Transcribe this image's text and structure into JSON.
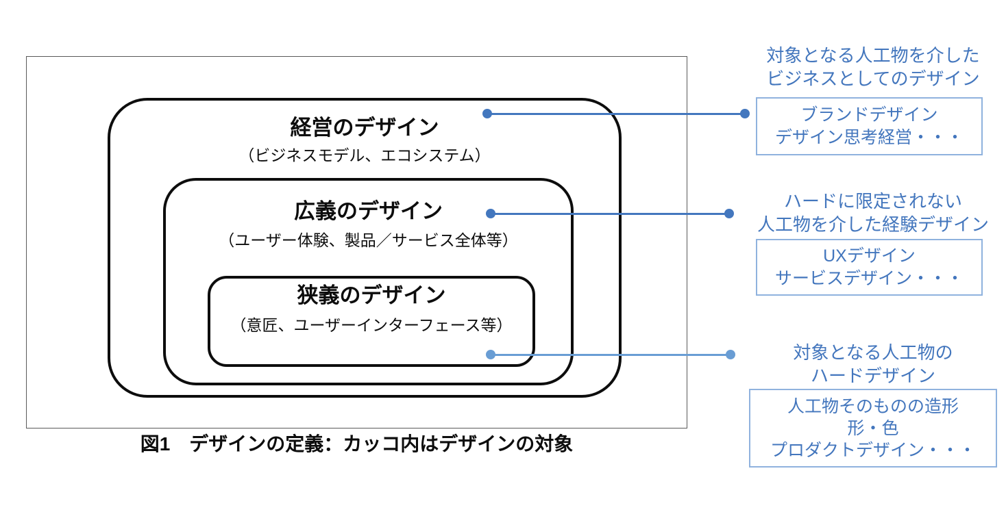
{
  "figure": {
    "caption": "図1　デザインの定義：カッコ内はデザインの対象",
    "rings": [
      {
        "id": "management",
        "title": "経営のデザイン",
        "subtitle": "（ビジネスモデル、エコシステム）"
      },
      {
        "id": "broad",
        "title": "広義のデザイン",
        "subtitle": "（ユーザー体験、製品／サービス全体等）"
      },
      {
        "id": "narrow",
        "title": "狭義のデザイン",
        "subtitle": "（意匠、ユーザーインターフェース等）"
      }
    ]
  },
  "annotations": [
    {
      "label_line1": "対象となる人工物を介した",
      "label_line2": "ビジネスとしてのデザイン",
      "box_lines": [
        "ブランドデザイン",
        "デザイン思考経営・・・"
      ]
    },
    {
      "label_line1": "ハードに限定されない",
      "label_line2": "人工物を介した経験デザイン",
      "box_lines": [
        "UXデザイン",
        "サービスデザイン・・・"
      ]
    },
    {
      "label_line1": "対象となる人工物の",
      "label_line2": "ハードデザイン",
      "box_lines": [
        "人工物そのものの造形",
        "形・色",
        "プロダクトデザイン・・・"
      ]
    }
  ],
  "colors": {
    "ink": "#0d0d0d",
    "frame_gray": "#595959",
    "annotation_blue": "#4376BD",
    "connector_blue": "#4377BE",
    "connector_light_blue": "#699DD4",
    "box_border_blue": "#8FB2DE"
  }
}
